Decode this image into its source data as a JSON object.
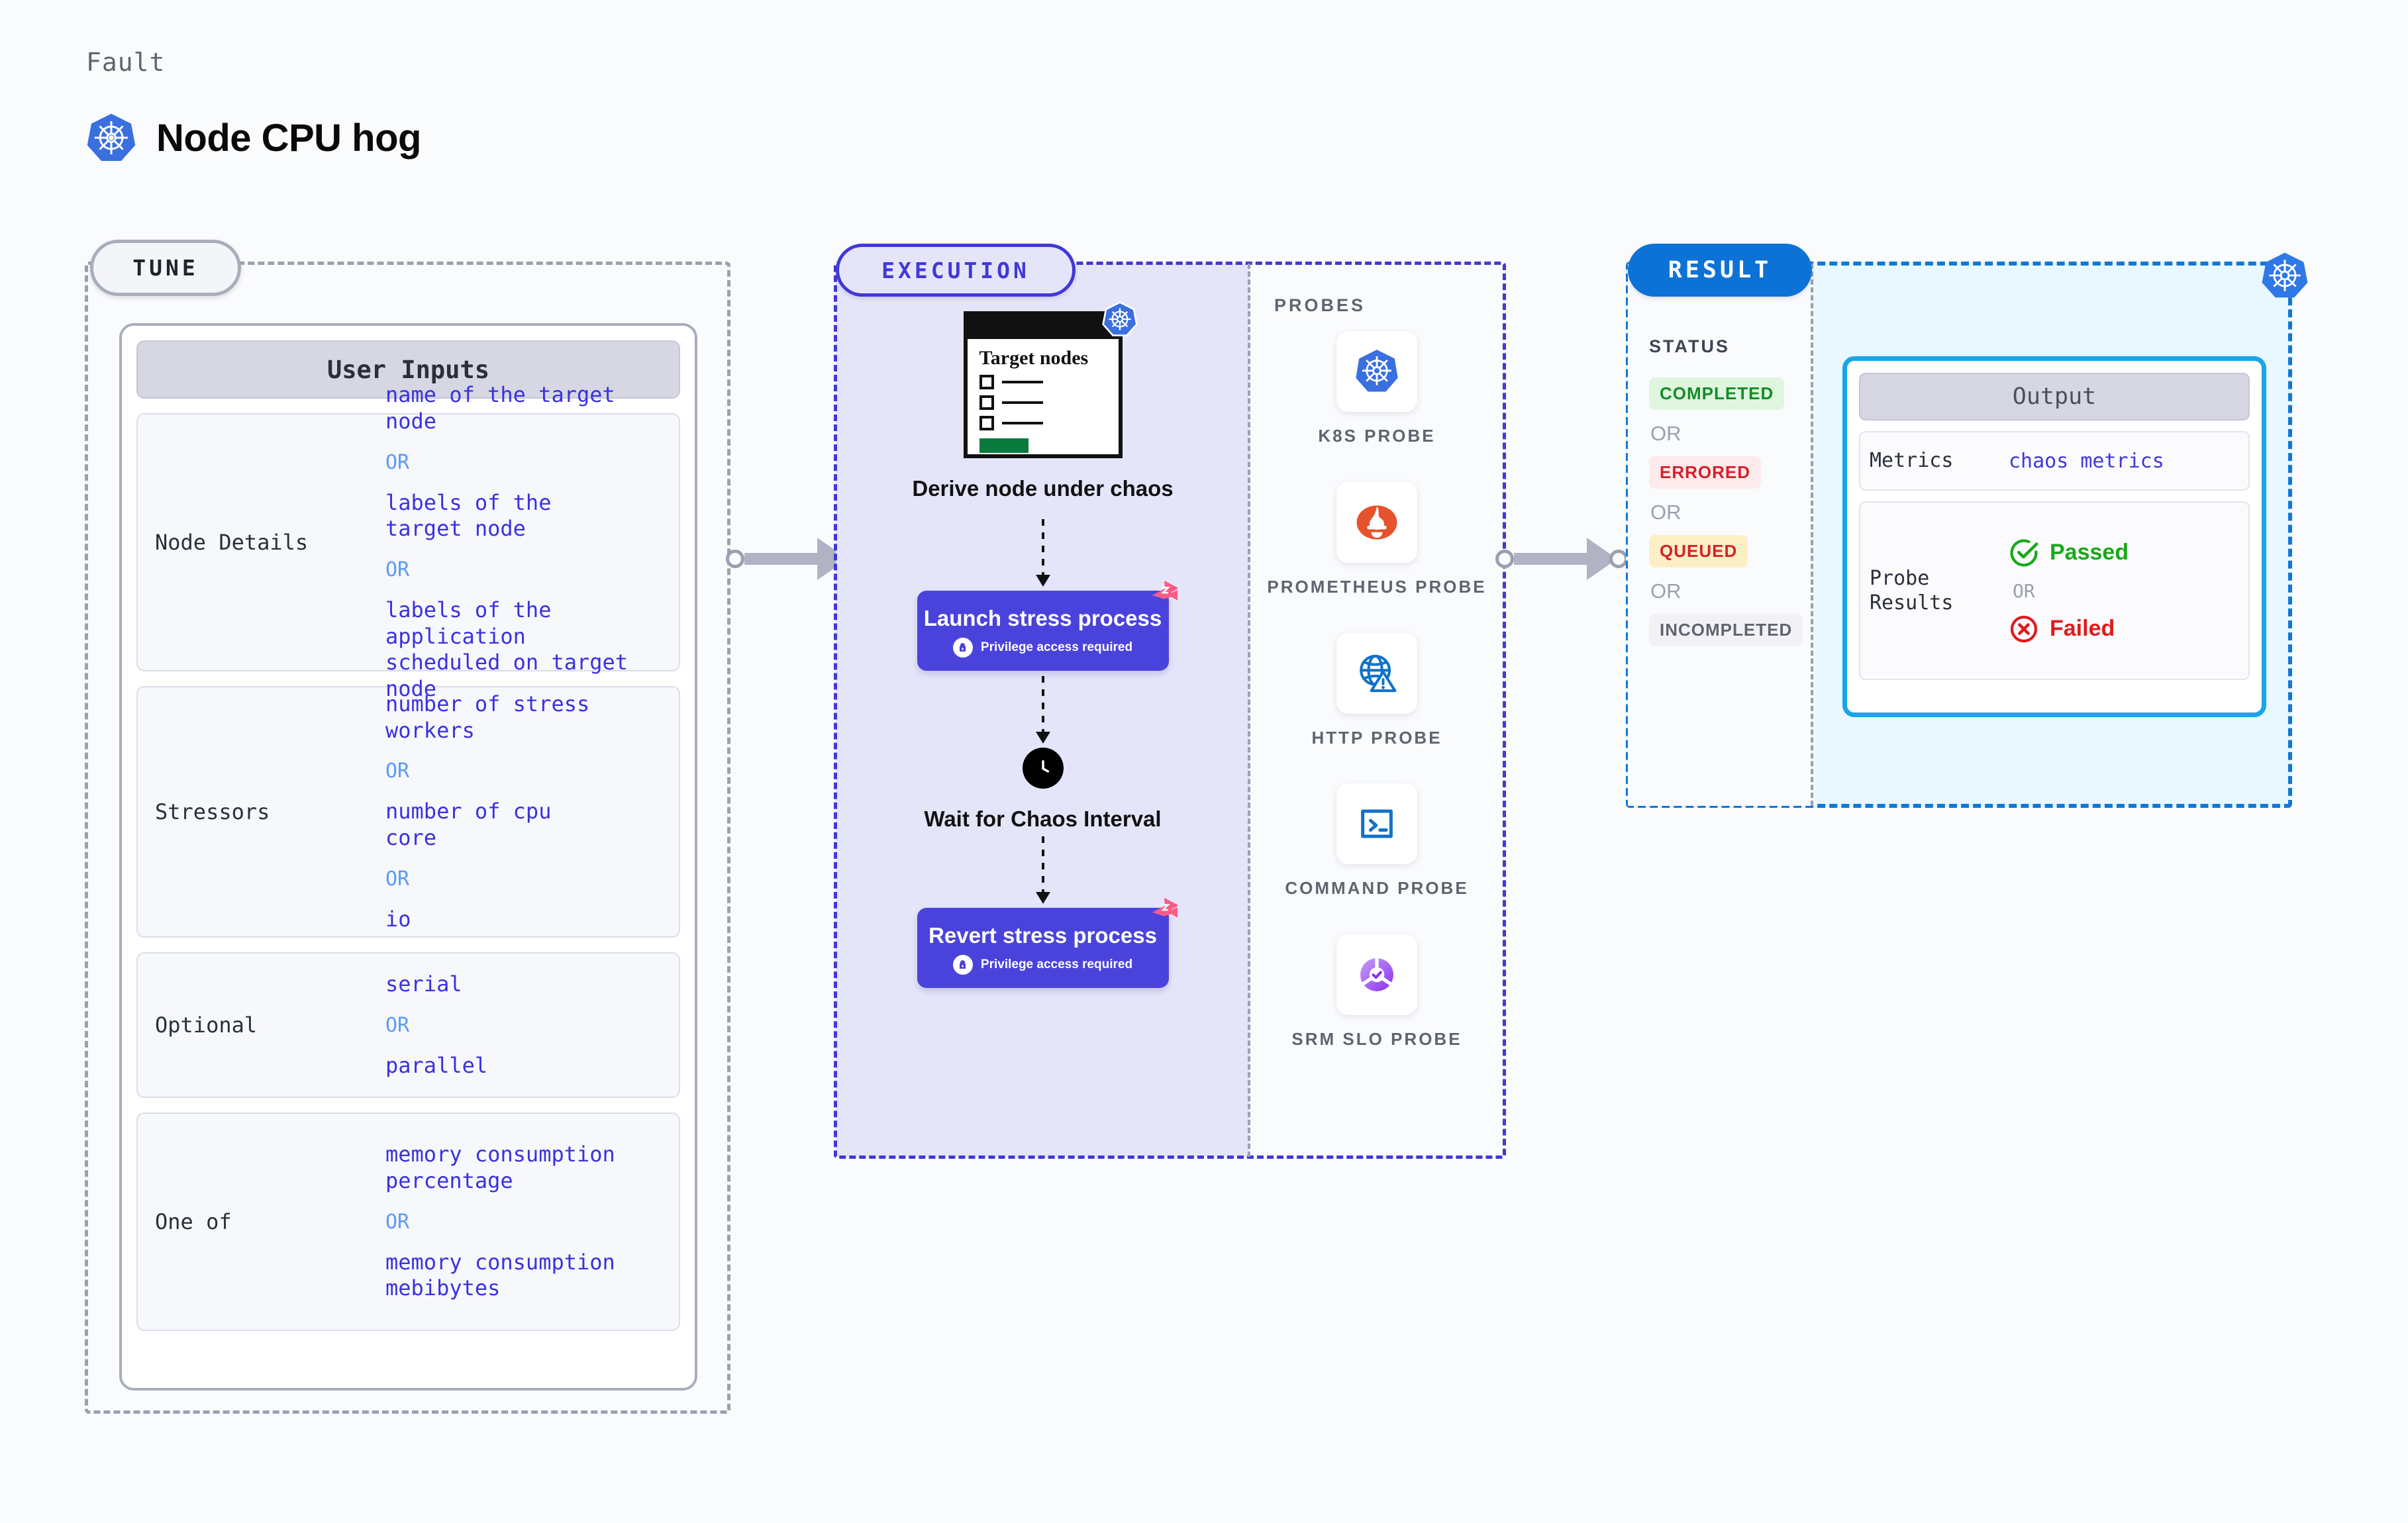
{
  "header": {
    "kicker": "Fault",
    "title": "Node CPU hog",
    "icon": "kubernetes-icon"
  },
  "tune": {
    "pill_label": "TUNE",
    "card_header": "User Inputs",
    "rows": [
      {
        "key": "Node Details",
        "values": [
          "name of the target\nnode",
          "labels of the\ntarget node",
          "labels of the application\n scheduled on target node"
        ],
        "separator": "OR"
      },
      {
        "key": "Stressors",
        "values": [
          "number of stress\nworkers",
          "number of cpu\ncore",
          "io"
        ],
        "separator": "OR"
      },
      {
        "key": "Optional",
        "values": [
          "serial",
          "parallel"
        ],
        "separator": "OR"
      },
      {
        "key": "One of",
        "values": [
          "memory consumption\npercentage",
          "memory consumption\nmebibytes"
        ],
        "separator": "OR"
      }
    ]
  },
  "execution": {
    "pill_label": "EXECUTION",
    "target_card": {
      "title": "Target\nnodes",
      "icon": "kubernetes-icon",
      "checkbox_count": 3
    },
    "steps": [
      {
        "label": "Derive node under\nchaos",
        "icon": "target-nodes-card"
      },
      {
        "label": "Launch stress\nprocess",
        "note": "Privilege access required",
        "icon": "lock-icon",
        "badge": "harness-chaos-icon"
      },
      {
        "label": "Wait for Chaos\nInterval",
        "icon": "clock-icon"
      },
      {
        "label": "Revert stress\nprocess",
        "note": "Privilege access required",
        "icon": "lock-icon",
        "badge": "harness-chaos-icon"
      }
    ],
    "box_color": "#4a43db",
    "panel_bg": "#e5e5fa",
    "accent": "#4038d8"
  },
  "probes": {
    "label": "PROBES",
    "items": [
      {
        "name": "K8S PROBE",
        "icon": "kubernetes-icon"
      },
      {
        "name": "PROMETHEUS\nPROBE",
        "icon": "prometheus-icon"
      },
      {
        "name": "HTTP PROBE",
        "icon": "globe-warning-icon"
      },
      {
        "name": "COMMAND\nPROBE",
        "icon": "terminal-icon"
      },
      {
        "name": "SRM SLO\nPROBE",
        "icon": "srm-slo-icon"
      }
    ]
  },
  "result": {
    "pill_label": "RESULT",
    "status_label": "STATUS",
    "separator": "OR",
    "statuses": [
      {
        "label": "COMPLETED",
        "color": "#148c27",
        "bg": "#dff5de"
      },
      {
        "label": "ERRORED",
        "color": "#d3212c",
        "bg": "#fdebeb"
      },
      {
        "label": "QUEUED",
        "color": "#d3212c",
        "bg": "#fcefc4"
      },
      {
        "label": "INCOMPLETED",
        "color": "#5f6570",
        "bg": "#f2f2f6"
      }
    ],
    "output": {
      "header": "Output",
      "rows": [
        {
          "key": "Metrics",
          "value": "chaos metrics"
        },
        {
          "key": "Probe\nResults",
          "passed": "Passed",
          "failed": "Failed",
          "separator": "OR"
        }
      ]
    },
    "accent": "#1177d6",
    "output_border": "#19a5e8",
    "icon": "kubernetes-icon"
  }
}
